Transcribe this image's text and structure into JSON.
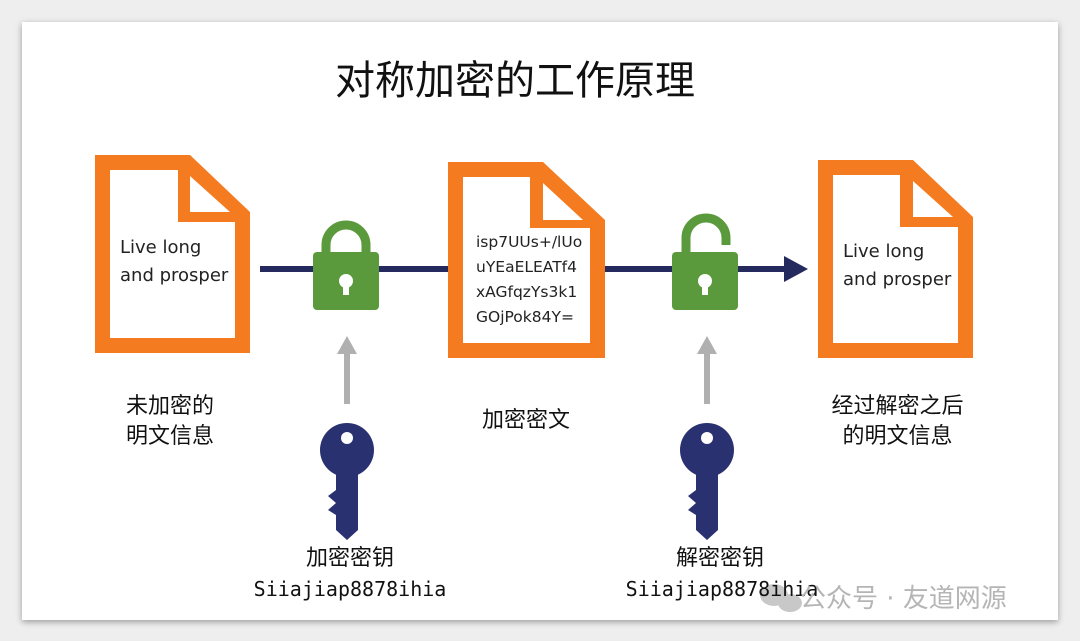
{
  "title": "对称加密的工作原理",
  "plaintext": {
    "lines": [
      "Live long",
      "and prosper"
    ],
    "caption": [
      "未加密的",
      "明文信息"
    ]
  },
  "ciphertext": {
    "lines": [
      "isp7UUs+/lUo",
      "uYEaELEATf4",
      "xAGfqzYs3k1",
      "GOjPok84Y="
    ],
    "caption": "加密密文"
  },
  "decrypted": {
    "lines": [
      "Live long",
      "and prosper"
    ],
    "caption": [
      "经过解密之后",
      "的明文信息"
    ]
  },
  "encrypt_key": {
    "label": "加密密钥",
    "value": "Siiajiap8878ihia"
  },
  "decrypt_key": {
    "label": "解密密钥",
    "value": "Siiajiap8878ihia"
  },
  "watermark": "公众号 · 友道网源",
  "colors": {
    "doc": "#f47b20",
    "lock": "#5b9a3c",
    "key": "#2a3170",
    "line": "#252a5e",
    "arrow": "#b0b0b0"
  }
}
